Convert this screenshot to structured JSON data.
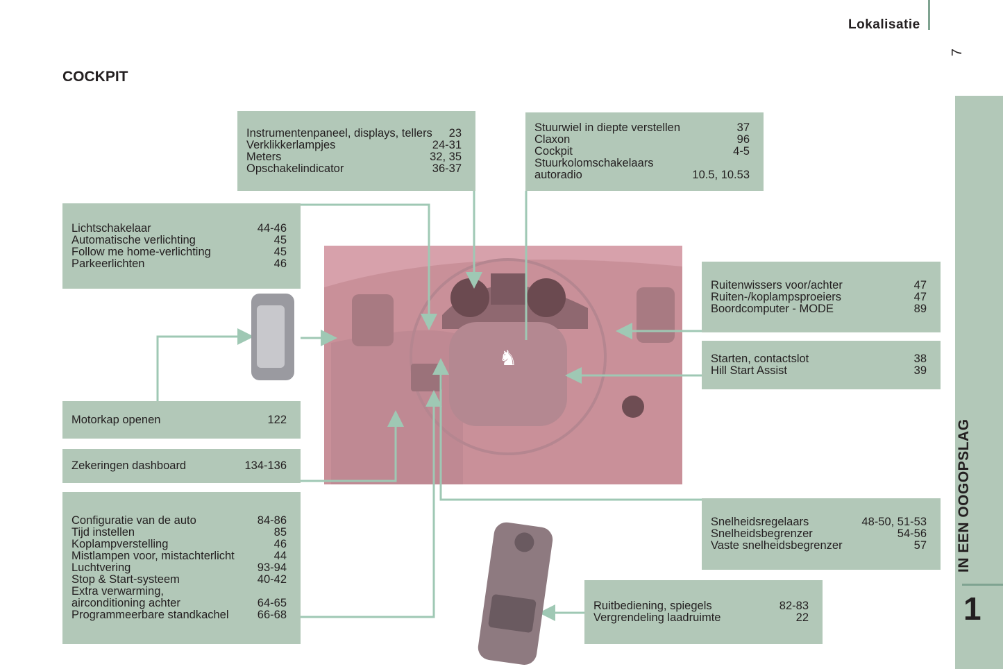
{
  "header": {
    "section": "Lokalisatie",
    "page_number": "7"
  },
  "title": "COCKPIT",
  "tab": {
    "label": "IN EEN OOGOPSLAG",
    "number": "1"
  },
  "boxes": {
    "instrument": [
      {
        "l": "Instrumentenpaneel, displays, tellers",
        "p": "23"
      },
      {
        "l": "Verklikkerlampjes",
        "p": "24-31"
      },
      {
        "l": "Meters",
        "p": "32, 35"
      },
      {
        "l": "Opschakelindicator",
        "p": "36-37"
      }
    ],
    "steering": [
      {
        "l": "Stuurwiel in diepte verstellen",
        "p": "37"
      },
      {
        "l": "Claxon",
        "p": "96"
      },
      {
        "l": "Cockpit",
        "p": "4-5"
      },
      {
        "l": "Stuurkolomschakelaars",
        "p": ""
      },
      {
        "l": "autoradio",
        "p": "10.5, 10.53"
      }
    ],
    "lights": [
      {
        "l": "Lichtschakelaar",
        "p": "44-46"
      },
      {
        "l": "Automatische verlichting",
        "p": "45"
      },
      {
        "l": "Follow me home-verlichting",
        "p": "45"
      },
      {
        "l": "Parkeerlichten",
        "p": "46"
      }
    ],
    "wipers": [
      {
        "l": "Ruitenwissers voor/achter",
        "p": "47"
      },
      {
        "l": "Ruiten-/koplampsproeiers",
        "p": "47"
      },
      {
        "l": "Boordcomputer - MODE",
        "p": "89"
      }
    ],
    "starting": [
      {
        "l": "Starten, contactslot",
        "p": "38"
      },
      {
        "l": "Hill Start Assist",
        "p": "39"
      }
    ],
    "bonnet": [
      {
        "l": "Motorkap openen",
        "p": "122"
      }
    ],
    "fuses": [
      {
        "l": "Zekeringen dashboard",
        "p": "134-136"
      }
    ],
    "config": [
      {
        "l": "Configuratie van de auto",
        "p": "84-86"
      },
      {
        "l": "Tijd instellen",
        "p": "85"
      },
      {
        "l": "Koplampverstelling",
        "p": "46"
      },
      {
        "l": "Mistlampen voor, mistachterlicht",
        "p": "44"
      },
      {
        "l": "Luchtvering",
        "p": "93-94"
      },
      {
        "l": "Stop & Start-systeem",
        "p": "40-42"
      },
      {
        "l": "Extra verwarming,",
        "p": ""
      },
      {
        "l": "airconditioning achter",
        "p": "64-65"
      },
      {
        "l": "Programmeerbare standkachel",
        "p": "66-68"
      }
    ],
    "speed": [
      {
        "l": "Snelheidsregelaars",
        "p": "48-50, 51-53"
      },
      {
        "l": "Snelheidsbegrenzer",
        "p": "54-56"
      },
      {
        "l": "Vaste snelheidsbegrenzer",
        "p": "57"
      }
    ],
    "windows": [
      {
        "l": "Ruitbediening, spiegels",
        "p": "82-83"
      },
      {
        "l": "Vergrendeling laadruimte",
        "p": "22"
      }
    ]
  }
}
